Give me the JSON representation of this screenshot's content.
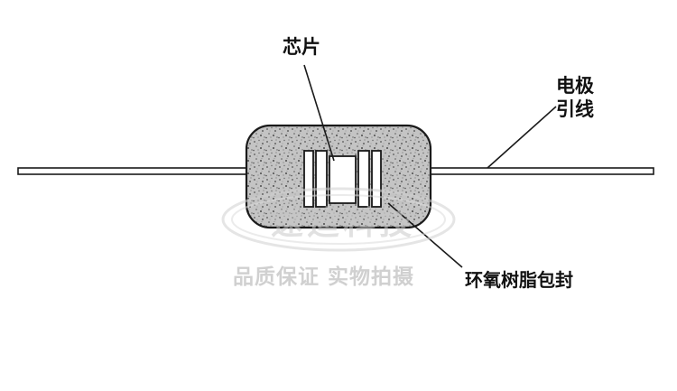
{
  "labels": {
    "chip": "芯片",
    "lead_line1": "电极",
    "lead_line2": "引线",
    "epoxy": "环氧树脂包封"
  },
  "watermark": {
    "brand": "速迪科技",
    "tagline": "品质保证 实物拍摄"
  },
  "colors": {
    "stroke": "#1a1a1a",
    "epoxy_fill": "#bdbdbd",
    "background": "#ffffff"
  }
}
